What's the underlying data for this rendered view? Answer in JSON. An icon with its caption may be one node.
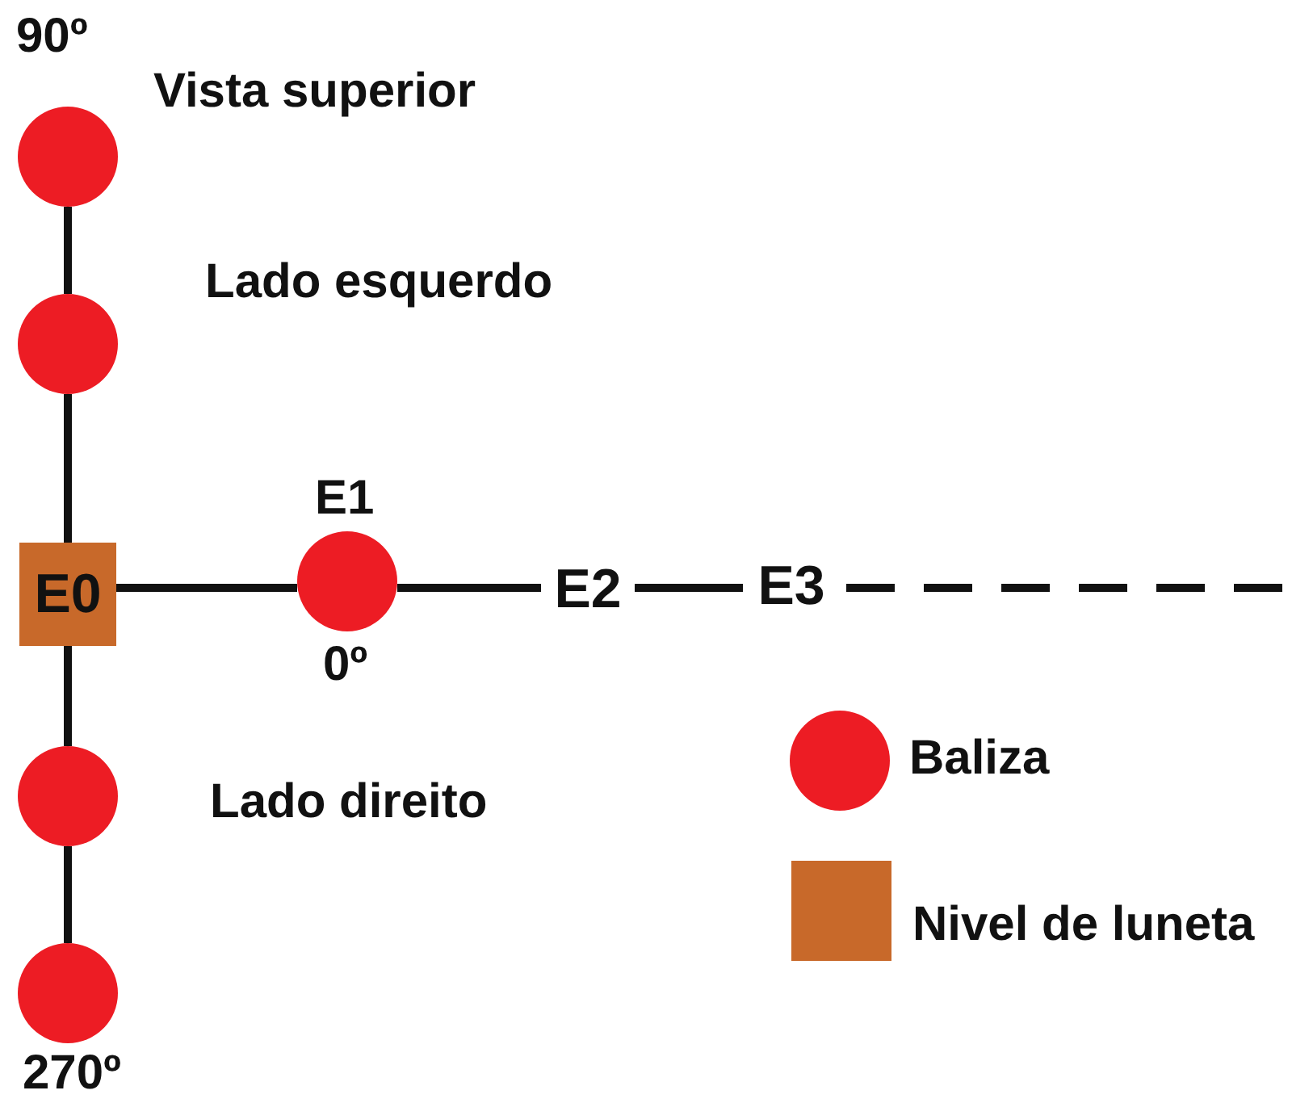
{
  "diagram": {
    "nodes": [
      {
        "text": [],
        "shape": "circle",
        "beside": [
          "90º"
        ]
      },
      {
        "text": [],
        "shape": "circle"
      },
      {
        "text": [
          "E0"
        ]
      },
      {
        "text": [],
        "shape": "circle",
        "beside": [
          "E1",
          "0º"
        ]
      },
      {
        "text": [
          "E2"
        ]
      },
      {
        "text": [
          "E3"
        ]
      },
      {
        "text": [],
        "shape": "circle"
      },
      {
        "text": [],
        "shape": "circle",
        "beside": [
          "270º"
        ]
      }
    ],
    "edges": [
      {
        "from": 0,
        "to": 1,
        "arrow": "none"
      },
      {
        "from": 1,
        "to": 2,
        "arrow": "none"
      },
      {
        "from": 2,
        "to": 6,
        "arrow": "none"
      },
      {
        "from": 6,
        "to": 7,
        "arrow": "none"
      },
      {
        "from": 2,
        "to": 3,
        "arrow": "none"
      },
      {
        "from": 3,
        "to": 4,
        "arrow": "none"
      },
      {
        "from": 4,
        "to": 5,
        "arrow": "none"
      },
      {
        "from": 5,
        "to": null,
        "arrow": "none",
        "style": "dashed"
      }
    ],
    "labels": [
      "Vista superior",
      "Lado esquerdo",
      "Lado direito"
    ],
    "legend": [
      {
        "text": "Baliza",
        "color": "#ed1c24"
      },
      {
        "text": "Nivel de luneta",
        "color": "#c8692a"
      }
    ]
  }
}
